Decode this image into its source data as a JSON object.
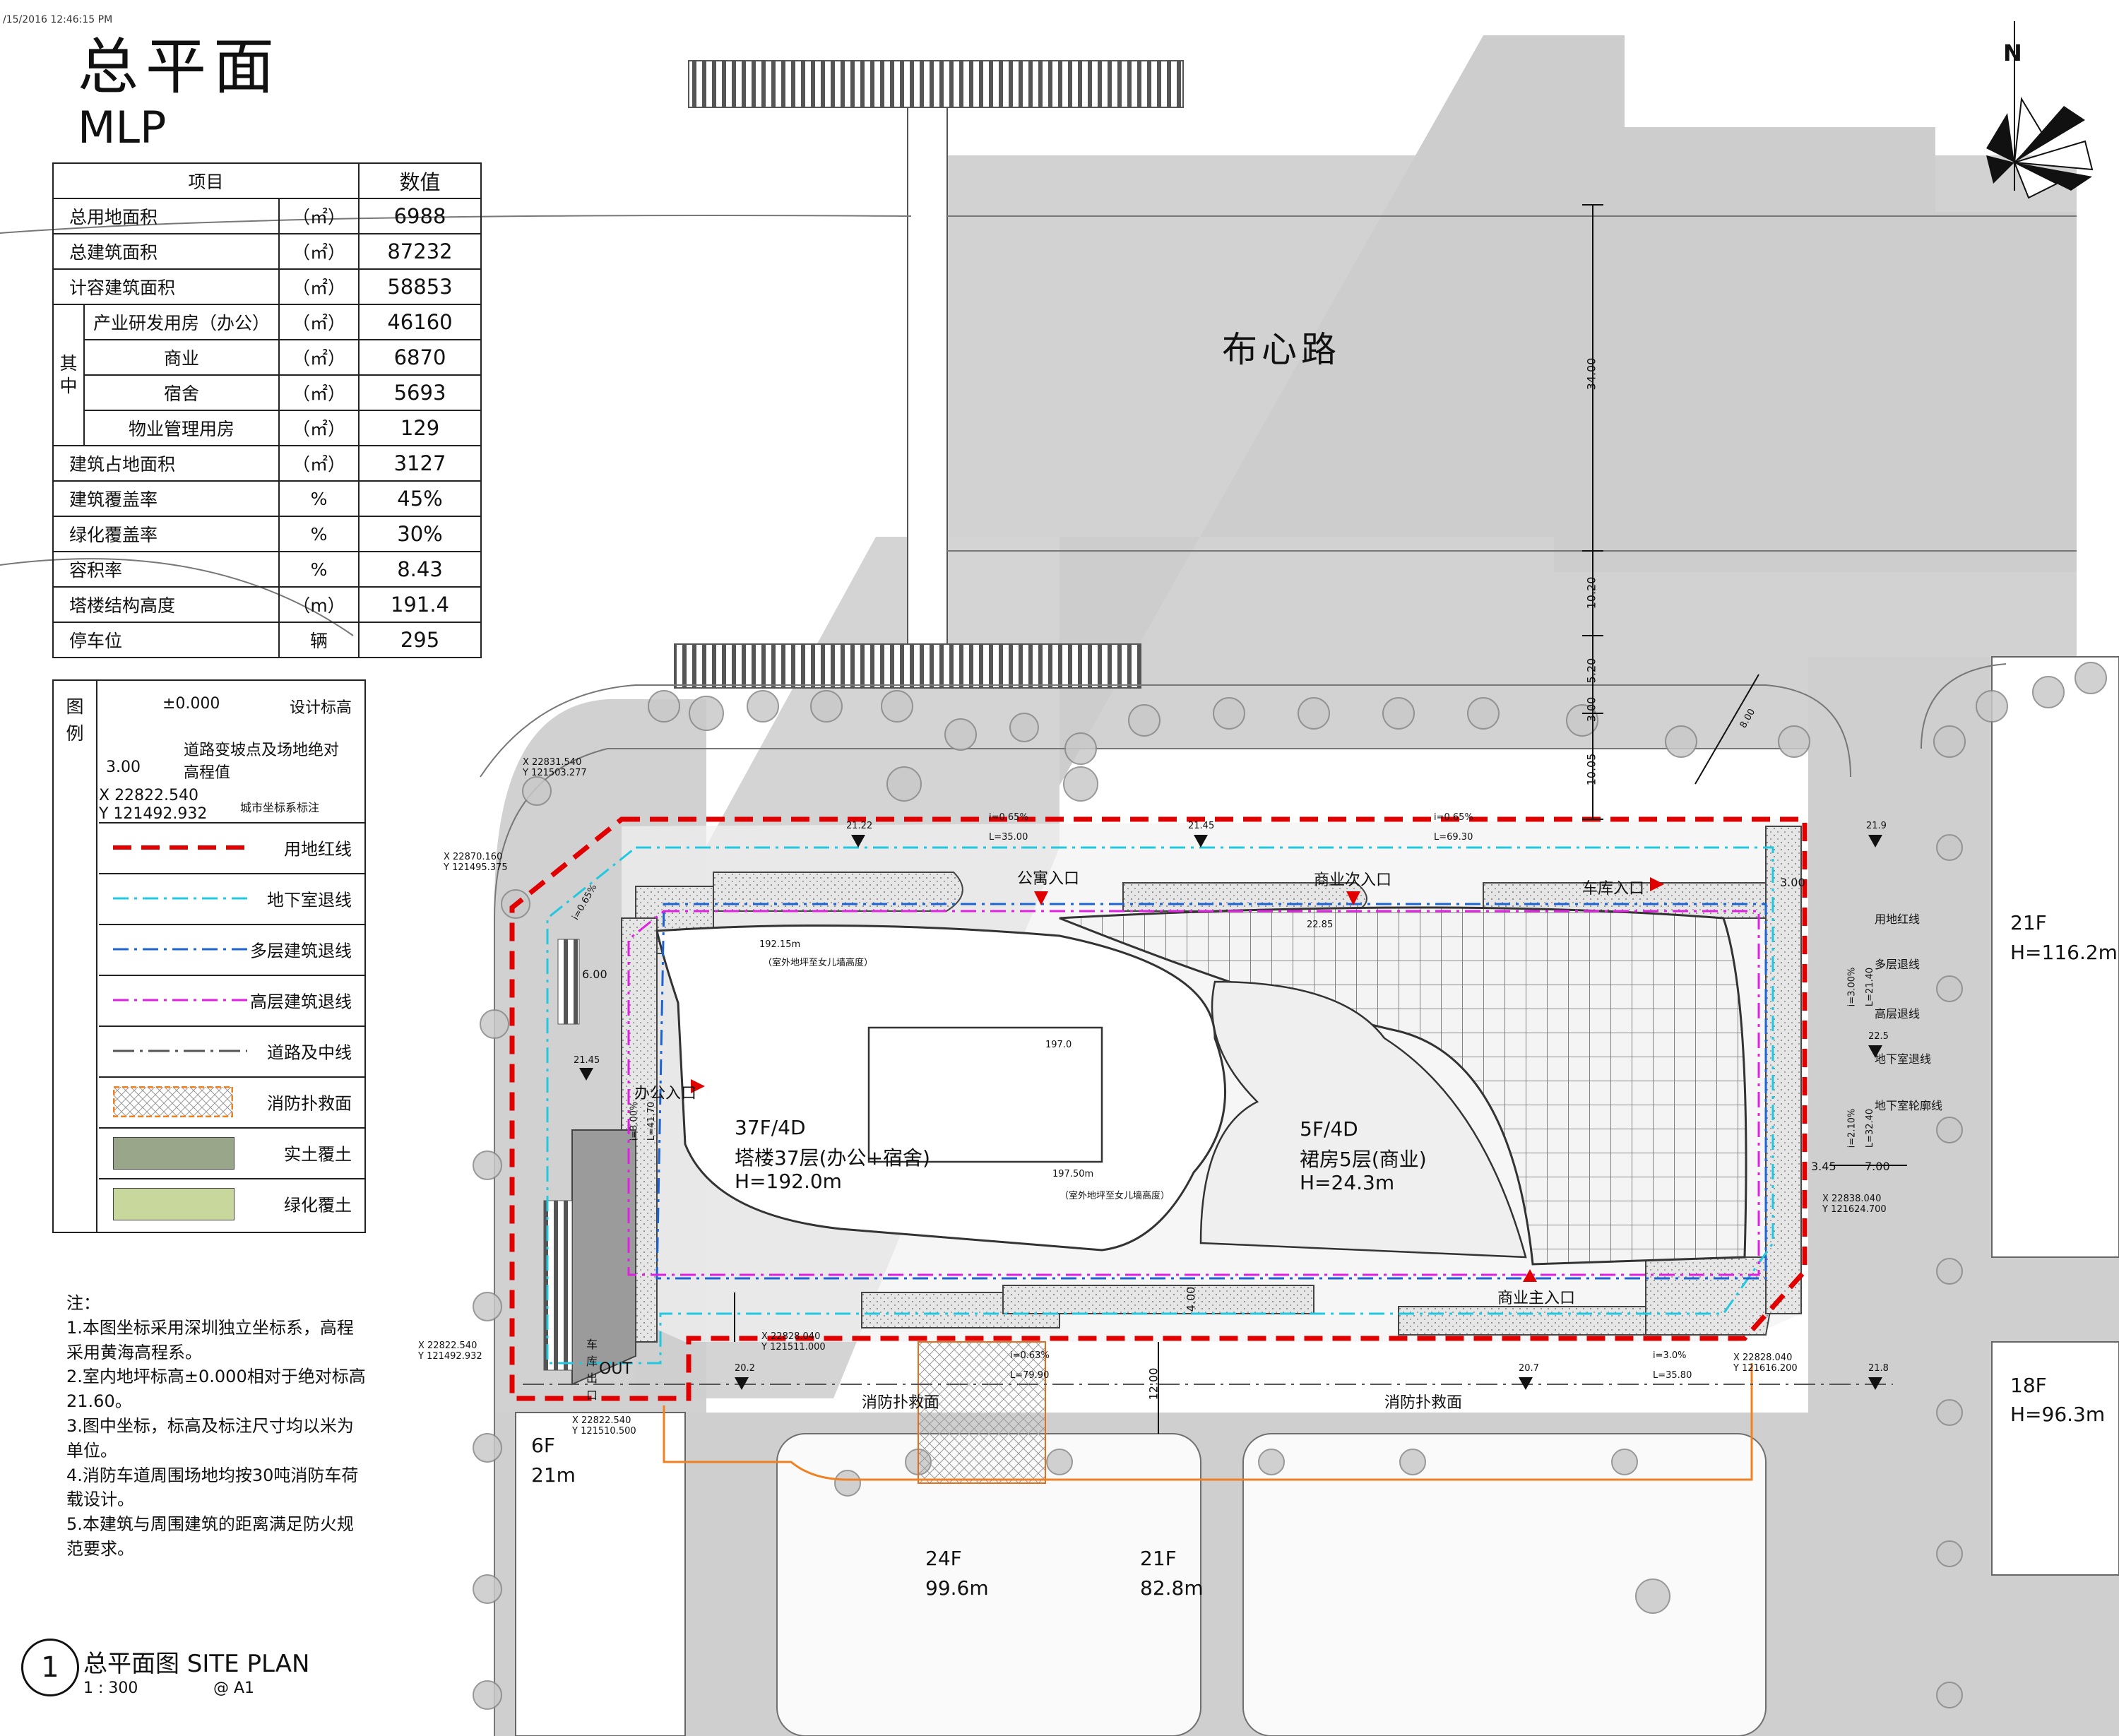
{
  "stamp": "/15/2016 12:46:15 PM",
  "title_cn": "总平面",
  "title_en": "MLP",
  "stats": {
    "col_item": "项目",
    "col_value": "数值",
    "side_label": "其\n中",
    "rows": [
      {
        "label": "总用地面积",
        "unit": "（㎡）",
        "value": "6988"
      },
      {
        "label": "总建筑面积",
        "unit": "（㎡）",
        "value": "87232"
      },
      {
        "label": "计容建筑面积",
        "unit": "（㎡）",
        "value": "58853"
      },
      {
        "label": "产业研发用房（办公）",
        "unit": "（㎡）",
        "value": "46160",
        "sub": true
      },
      {
        "label": "商业",
        "unit": "（㎡）",
        "value": "6870",
        "sub": true
      },
      {
        "label": "宿舍",
        "unit": "（㎡）",
        "value": "5693",
        "sub": true
      },
      {
        "label": "物业管理用房",
        "unit": "（㎡）",
        "value": "129",
        "sub": true
      },
      {
        "label": "建筑占地面积",
        "unit": "（㎡）",
        "value": "3127"
      },
      {
        "label": "建筑覆盖率",
        "unit": "%",
        "value": "45%"
      },
      {
        "label": "绿化覆盖率",
        "unit": "%",
        "value": "30%"
      },
      {
        "label": "容积率",
        "unit": "%",
        "value": "8.43"
      },
      {
        "label": "塔楼结构高度",
        "unit": "（m）",
        "value": "191.4"
      },
      {
        "label": "停车位",
        "unit": "辆",
        "value": "295"
      }
    ]
  },
  "legend": {
    "title": "图\n例",
    "elev_design": "±0.000",
    "elev_design_label": "设计标高",
    "road_elev_value": "3.00",
    "road_elev_label": "道路变坡点及场地绝对高程值",
    "coord_x": "X 22822.540",
    "coord_y": "Y 121492.932",
    "coord_label": "城市坐标系标注",
    "items": [
      {
        "label": "用地红线",
        "color": "#e00000"
      },
      {
        "label": "地下室退线",
        "color": "#22c8e0"
      },
      {
        "label": "多层建筑退线",
        "color": "#1e64d0"
      },
      {
        "label": "高层建筑退线",
        "color": "#e020e0"
      },
      {
        "label": "道路及中线",
        "color": "#555555"
      },
      {
        "label": "消防扑救面",
        "color": "#f08020"
      },
      {
        "label": "实土覆土",
        "color": "#9aa68a"
      },
      {
        "label": "绿化覆土",
        "color": "#c8d89c"
      }
    ]
  },
  "notes": [
    "注：",
    "1.本图坐标采用深圳独立坐标系，高程采用黄海高程系。",
    "2.室内地坪标高±0.000相对于绝对标高21.60。",
    "3.图中坐标，标高及标注尺寸均以米为单位。",
    "4.消防车道周围场地均按30吨消防车荷载设计。",
    "5.本建筑与周围建筑的距离满足防火规范要求。"
  ],
  "plan": {
    "number": "1",
    "title": "总平面图 SITE PLAN",
    "scale": "1 : 300",
    "sheet": "@ A1"
  },
  "north": "N",
  "map": {
    "road_name": "布心路",
    "tower_floors": "37F/4D",
    "tower_use": "塔楼37层(办公+宿舍)",
    "tower_height": "H=192.0m",
    "podium_floors": "5F/4D",
    "podium_use": "裙房5层(商业)",
    "podium_height": "H=24.3m",
    "entrance_office": "办公入口",
    "entrance_apartment": "公寓入口",
    "entrance_commercial": "商业次入口",
    "entrance_garage": "车库入口",
    "entrance_commercial_main": "商业主入口",
    "garage_exit": "车库出口",
    "out_label": "OUT",
    "fire_face_1": "消防扑救面",
    "fire_face_2": "消防扑救面",
    "bld_21f_floors": "21F",
    "bld_21f_height": "H=116.2m",
    "bld_18f_floors": "18F",
    "bld_18f_height": "H=96.3m",
    "bld_6f_floors": "6F",
    "bld_6f_height": "21m",
    "bld_24f_floors": "24F",
    "bld_24f_height": "99.6m",
    "bld_21f2_floors": "21F",
    "bld_21f2_height": "82.8m",
    "callouts": [
      "用地红线",
      "多层退线",
      "高层退线",
      "地下室退线",
      "地下室轮廓线"
    ],
    "dims": {
      "d34": "34.00",
      "d1020": "10.20",
      "d520": "5.20",
      "d300": "3.00",
      "d1005": "10.05",
      "d1200": "12.00",
      "d600": "6.00",
      "d300b": "3.00",
      "d345": "3.45",
      "d700": "7.00",
      "d400": "4.00",
      "d800": "8.00"
    },
    "elevs": {
      "e1": "21.22",
      "e2": "21.45",
      "e3": "21.9",
      "e4": "21.45",
      "e5": "20.2",
      "e6": "20.7",
      "e7": "21.8",
      "e8": "22.5",
      "e9": "197.0",
      "e10": "192.15m",
      "e11": "197.50m",
      "e12": "22.85"
    },
    "slopes": {
      "s1": "i=0.65%",
      "s1l": "L=35.00",
      "s2": "i=0.65%",
      "s2l": "L=69.30",
      "s3": "i=0.63%",
      "s3l": "L=79.90",
      "s4": "i=3.0%",
      "s4l": "L=35.80",
      "s5": "i=2.10%",
      "s5l": "L=32.40",
      "s6": "i=3.00%",
      "s6l": "L=21.40",
      "s7": "i=3.00%",
      "s7l": "L=41.70",
      "s8": "i=0.65%"
    },
    "coords": [
      {
        "x": "X 22831.540",
        "y": "Y 121503.277"
      },
      {
        "x": "X 22870.160",
        "y": "Y 121495.375"
      },
      {
        "x": "X 22822.540",
        "y": "Y 121492.932"
      },
      {
        "x": "X 22822.540",
        "y": "Y 121510.500"
      },
      {
        "x": "X 22828.040",
        "y": "Y 121511.000"
      },
      {
        "x": "X 22828.040",
        "y": "Y 121616.200"
      },
      {
        "x": "X 22838.040",
        "y": "Y 121624.700"
      }
    ],
    "parapet_note_1": "（室外地坪至女儿墙高度）",
    "parapet_note_2": "（室外地坪至女儿墙高度）"
  }
}
